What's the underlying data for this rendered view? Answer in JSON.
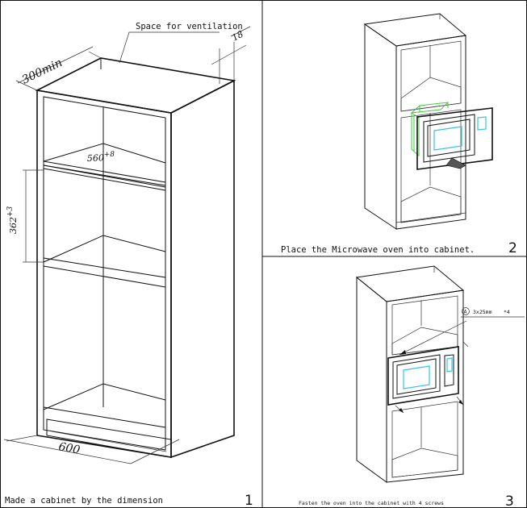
{
  "panel1": {
    "step": "1",
    "caption": "Made a cabinet by the dimension",
    "ventilation_label": "Space for ventilation",
    "dim_depth_min": "300min",
    "dim_vent_gap": "18",
    "dim_width_inner": "560",
    "dim_width_inner_tol": "+8",
    "dim_height": "362",
    "dim_height_tol": "+3",
    "dim_width_outer": "600"
  },
  "panel2": {
    "step": "2",
    "caption": "Place the Microwave oven into cabinet."
  },
  "panel3": {
    "step": "3",
    "caption": "Fasten the oven into the cabinet with 4 screws",
    "screw_callout_marker": "A",
    "screw_spec": "3x25mm",
    "screw_qty": "*4"
  },
  "colors": {
    "line": "#111111",
    "green_outline": "#3fcf3f",
    "cyan_window": "#33c6e6"
  }
}
